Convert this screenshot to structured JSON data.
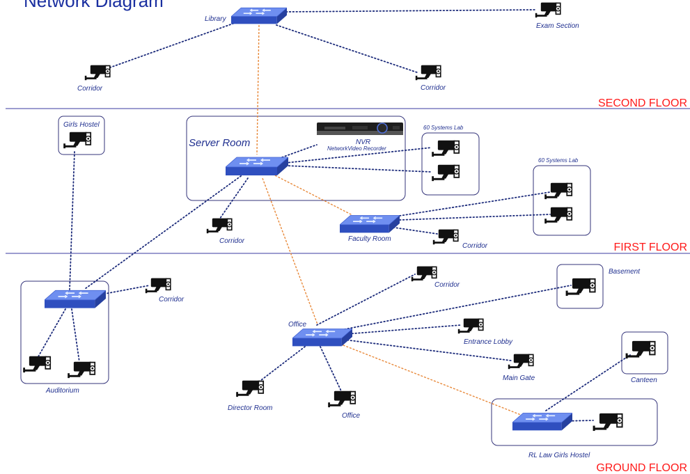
{
  "title": "Network Diagram",
  "floors": {
    "second": "SECOND FLOOR",
    "first": "FIRST FLOOR",
    "ground": "GROUND FLOOR"
  },
  "rooms": {
    "server_room": "Server Room",
    "nvr": "NVR",
    "nvr_sub": "NetworkVideo Recorder",
    "systems_lab_a": "60 Systems Lab",
    "systems_lab_b": "60 Systems Lab",
    "girls_hostel": "Girls Hostel",
    "auditorium": "Auditorium",
    "basement": "Basement",
    "canteen": "Canteen",
    "rl_law": "RL Law Girls Hostel"
  },
  "labels": {
    "library": "Library",
    "exam_section": "Exam Section",
    "corridor_2a": "Corridor",
    "corridor_2b": "Corridor",
    "corridor_1a": "Corridor",
    "faculty_room": "Faculty Room",
    "corridor_1b": "Corridor",
    "corridor_aud": "Corridor",
    "office_switch": "Office",
    "corridor_g": "Corridor",
    "entrance_lobby": "Entrance Lobby",
    "main_gate": "Main Gate",
    "director_room": "Director Room",
    "office_cam": "Office"
  },
  "colors": {
    "title": "#1a2fa0",
    "floor_label": "#ff1a1a",
    "floor_line": "#3a3aa0",
    "switch_top": "#6f8ff0",
    "switch_side": "#2f4fbf",
    "dotted_link": "#1b2a7a",
    "trunk_link": "#e8893a"
  },
  "icons": {
    "camera": "cctv-camera-icon",
    "switch": "network-switch-icon",
    "nvr": "nvr-recorder-icon"
  }
}
